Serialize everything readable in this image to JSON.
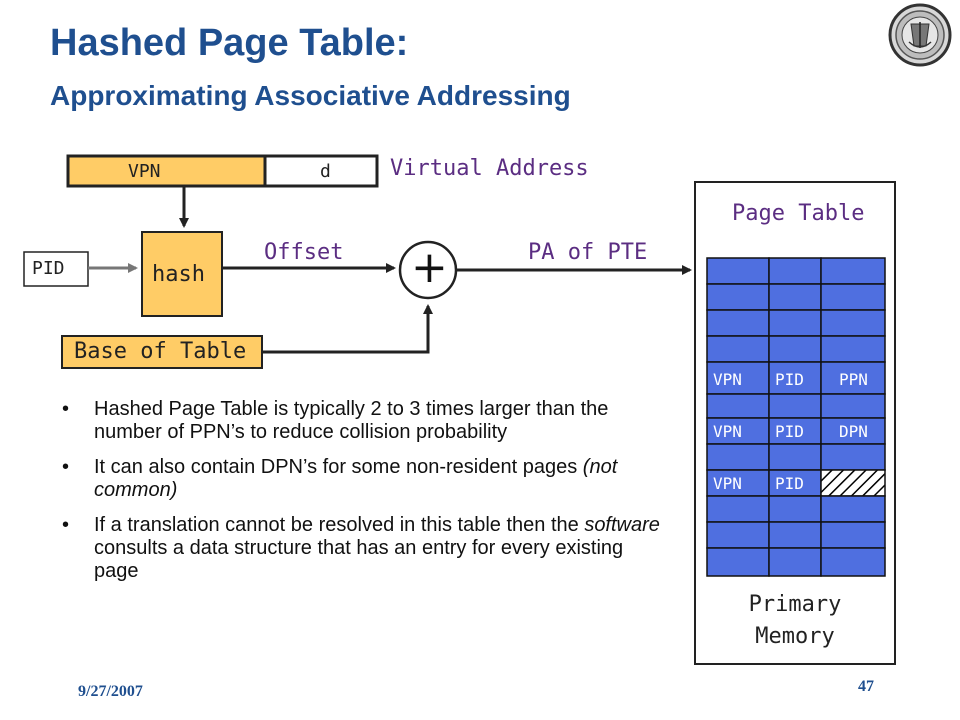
{
  "slide": {
    "title": "Hashed Page Table:",
    "subtitle": "Approximating Associative Addressing"
  },
  "diagram": {
    "vpn_label": "VPN",
    "d_label": "d",
    "virtual_address_label": "Virtual Address",
    "pid_label": "PID",
    "hash_label": "hash",
    "offset_label": "Offset",
    "plus_symbol": "+",
    "pa_of_pte_label": "PA of PTE",
    "base_of_table_label": "Base of Table",
    "page_table_label": "Page Table",
    "primary_memory_line1": "Primary",
    "primary_memory_line2": "Memory",
    "rows": [
      {
        "c1": "VPN",
        "c2": "PID",
        "c3": "PPN"
      },
      {
        "c1": "VPN",
        "c2": "PID",
        "c3": "DPN"
      },
      {
        "c1": "VPN",
        "c2": "PID",
        "c3": ""
      }
    ]
  },
  "bullets": [
    {
      "text": "Hashed Page Table is typically 2 to 3 times larger than the number of PPN’s to reduce collision probability"
    },
    {
      "pre": "It can also contain DPN’s for some non-resident pages ",
      "em": "(not common)",
      "post": ""
    },
    {
      "pre": "If a translation cannot be resolved in this table then the ",
      "em": "software",
      "post": " consults a data structure that has an entry for every existing page"
    }
  ],
  "footer": {
    "date": "9/27/2007",
    "page": "47"
  },
  "colors": {
    "title": "#1f4f8f",
    "label_purple": "#5b2d82",
    "orange_fill": "#ffcc66",
    "cell_blue": "#4f6fe0"
  },
  "icons": {
    "logo": "university-seal-icon"
  }
}
